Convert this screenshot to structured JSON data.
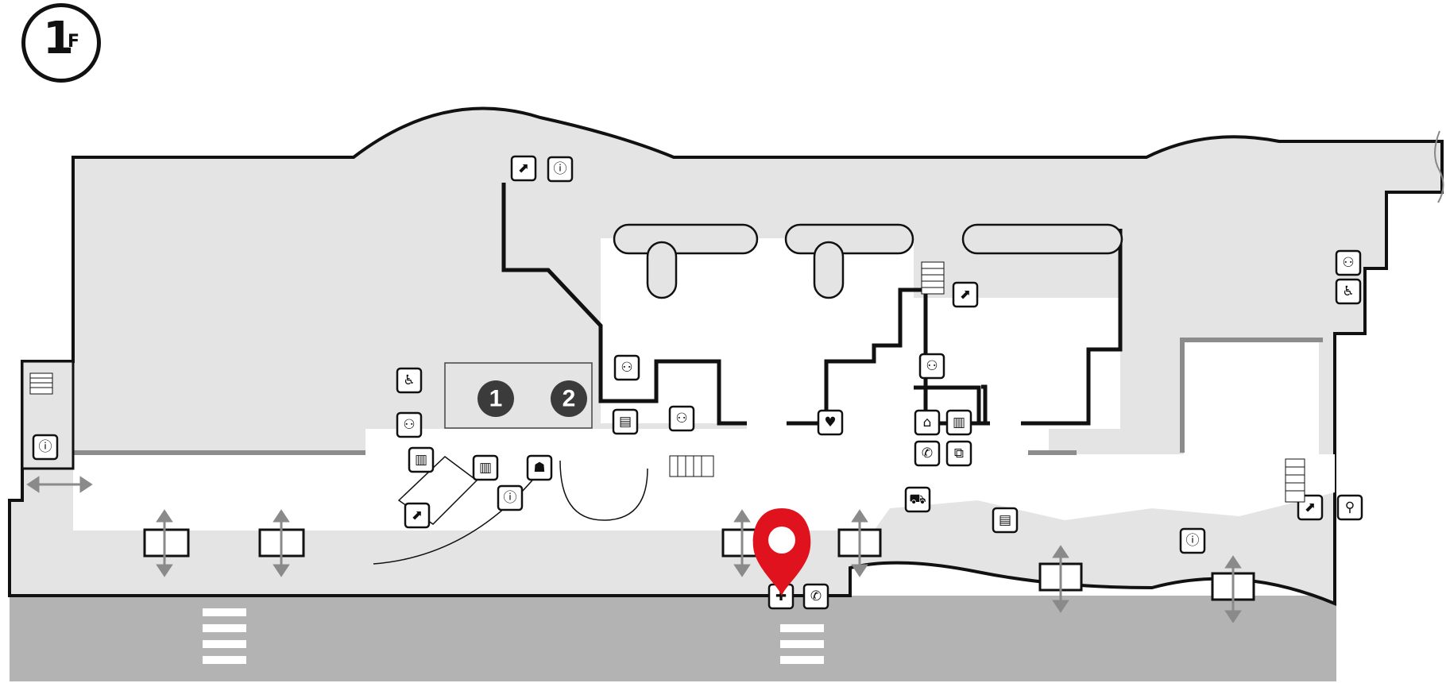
{
  "floor": {
    "number": "1",
    "suffix": "F"
  },
  "gates": [
    {
      "label": "1"
    },
    {
      "label": "2"
    }
  ],
  "colors": {
    "building_fill": "#e4e4e4",
    "road_fill": "#b3b3b3",
    "wall": "#111111",
    "accent_wall": "#8c8c8c",
    "marker_red": "#e0121e",
    "arrow_gray": "#8a8a8a"
  },
  "icons": [
    "escalator-icon",
    "information-icon",
    "elevator-icon",
    "restroom-icon",
    "accessible-restroom-icon",
    "ticket-machine-icon",
    "ticket-counter-icon",
    "coin-locker-icon",
    "aed-icon",
    "cloakroom-icon",
    "telephone-icon",
    "baggage-icon",
    "taxi-stand-icon",
    "bicycle-parking-icon",
    "first-aid-icon",
    "location-pin-icon",
    "two-way-arrow-icon",
    "crosswalk-icon",
    "stairs-icon"
  ]
}
